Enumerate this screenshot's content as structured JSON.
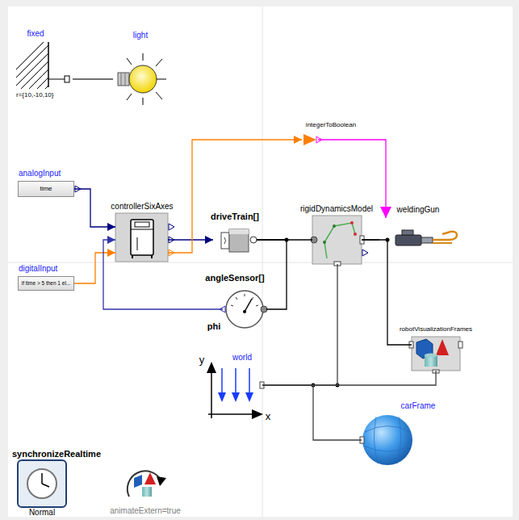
{
  "diagram": {
    "nodes": [
      {
        "text": [
          "fixed",
          "r={10,-10,10}"
        ]
      },
      {
        "text": [
          "light"
        ]
      },
      {
        "text": [
          "integerToBoolean"
        ]
      },
      {
        "text": [
          "analogInput",
          "time"
        ]
      },
      {
        "text": [
          "controllerSixAxes"
        ]
      },
      {
        "text": [
          "driveTrain[]"
        ]
      },
      {
        "text": [
          "rigidDynamicsModel"
        ]
      },
      {
        "text": [
          "weldingGun"
        ]
      },
      {
        "text": [
          "digitalInput",
          "if time > 5 then 1 el..."
        ]
      },
      {
        "text": [
          "angleSensor[]",
          "phi"
        ]
      },
      {
        "text": [
          "robotVisualizationFrames"
        ]
      },
      {
        "text": [
          "world",
          "y",
          "x"
        ]
      },
      {
        "text": [
          "carFrame"
        ]
      },
      {
        "text": [
          "synchronizeRealtime",
          "Normal"
        ]
      },
      {
        "text": [
          "animateExtern=true"
        ]
      }
    ],
    "edges": [
      {
        "from": 0,
        "to": 1,
        "arrow": "none"
      },
      {
        "from": 3,
        "to": 4,
        "arrow": "to"
      },
      {
        "from": 8,
        "to": 4,
        "arrow": "to"
      },
      {
        "from": 9,
        "to": 4,
        "arrow": "to"
      },
      {
        "from": 4,
        "to": 5,
        "arrow": "to"
      },
      {
        "from": 4,
        "to": 2,
        "arrow": "to"
      },
      {
        "from": 2,
        "to": 7,
        "arrow": "to"
      },
      {
        "from": 5,
        "to": 6,
        "arrow": "none"
      },
      {
        "from": 5,
        "to": 9,
        "arrow": "none"
      },
      {
        "from": 6,
        "to": 7,
        "arrow": "none"
      },
      {
        "from": 6,
        "to": 10,
        "arrow": "none"
      },
      {
        "from": 6,
        "to": 11,
        "arrow": "none"
      },
      {
        "from": 11,
        "to": 10,
        "arrow": "none"
      },
      {
        "from": 11,
        "to": 12,
        "arrow": "none"
      }
    ]
  }
}
